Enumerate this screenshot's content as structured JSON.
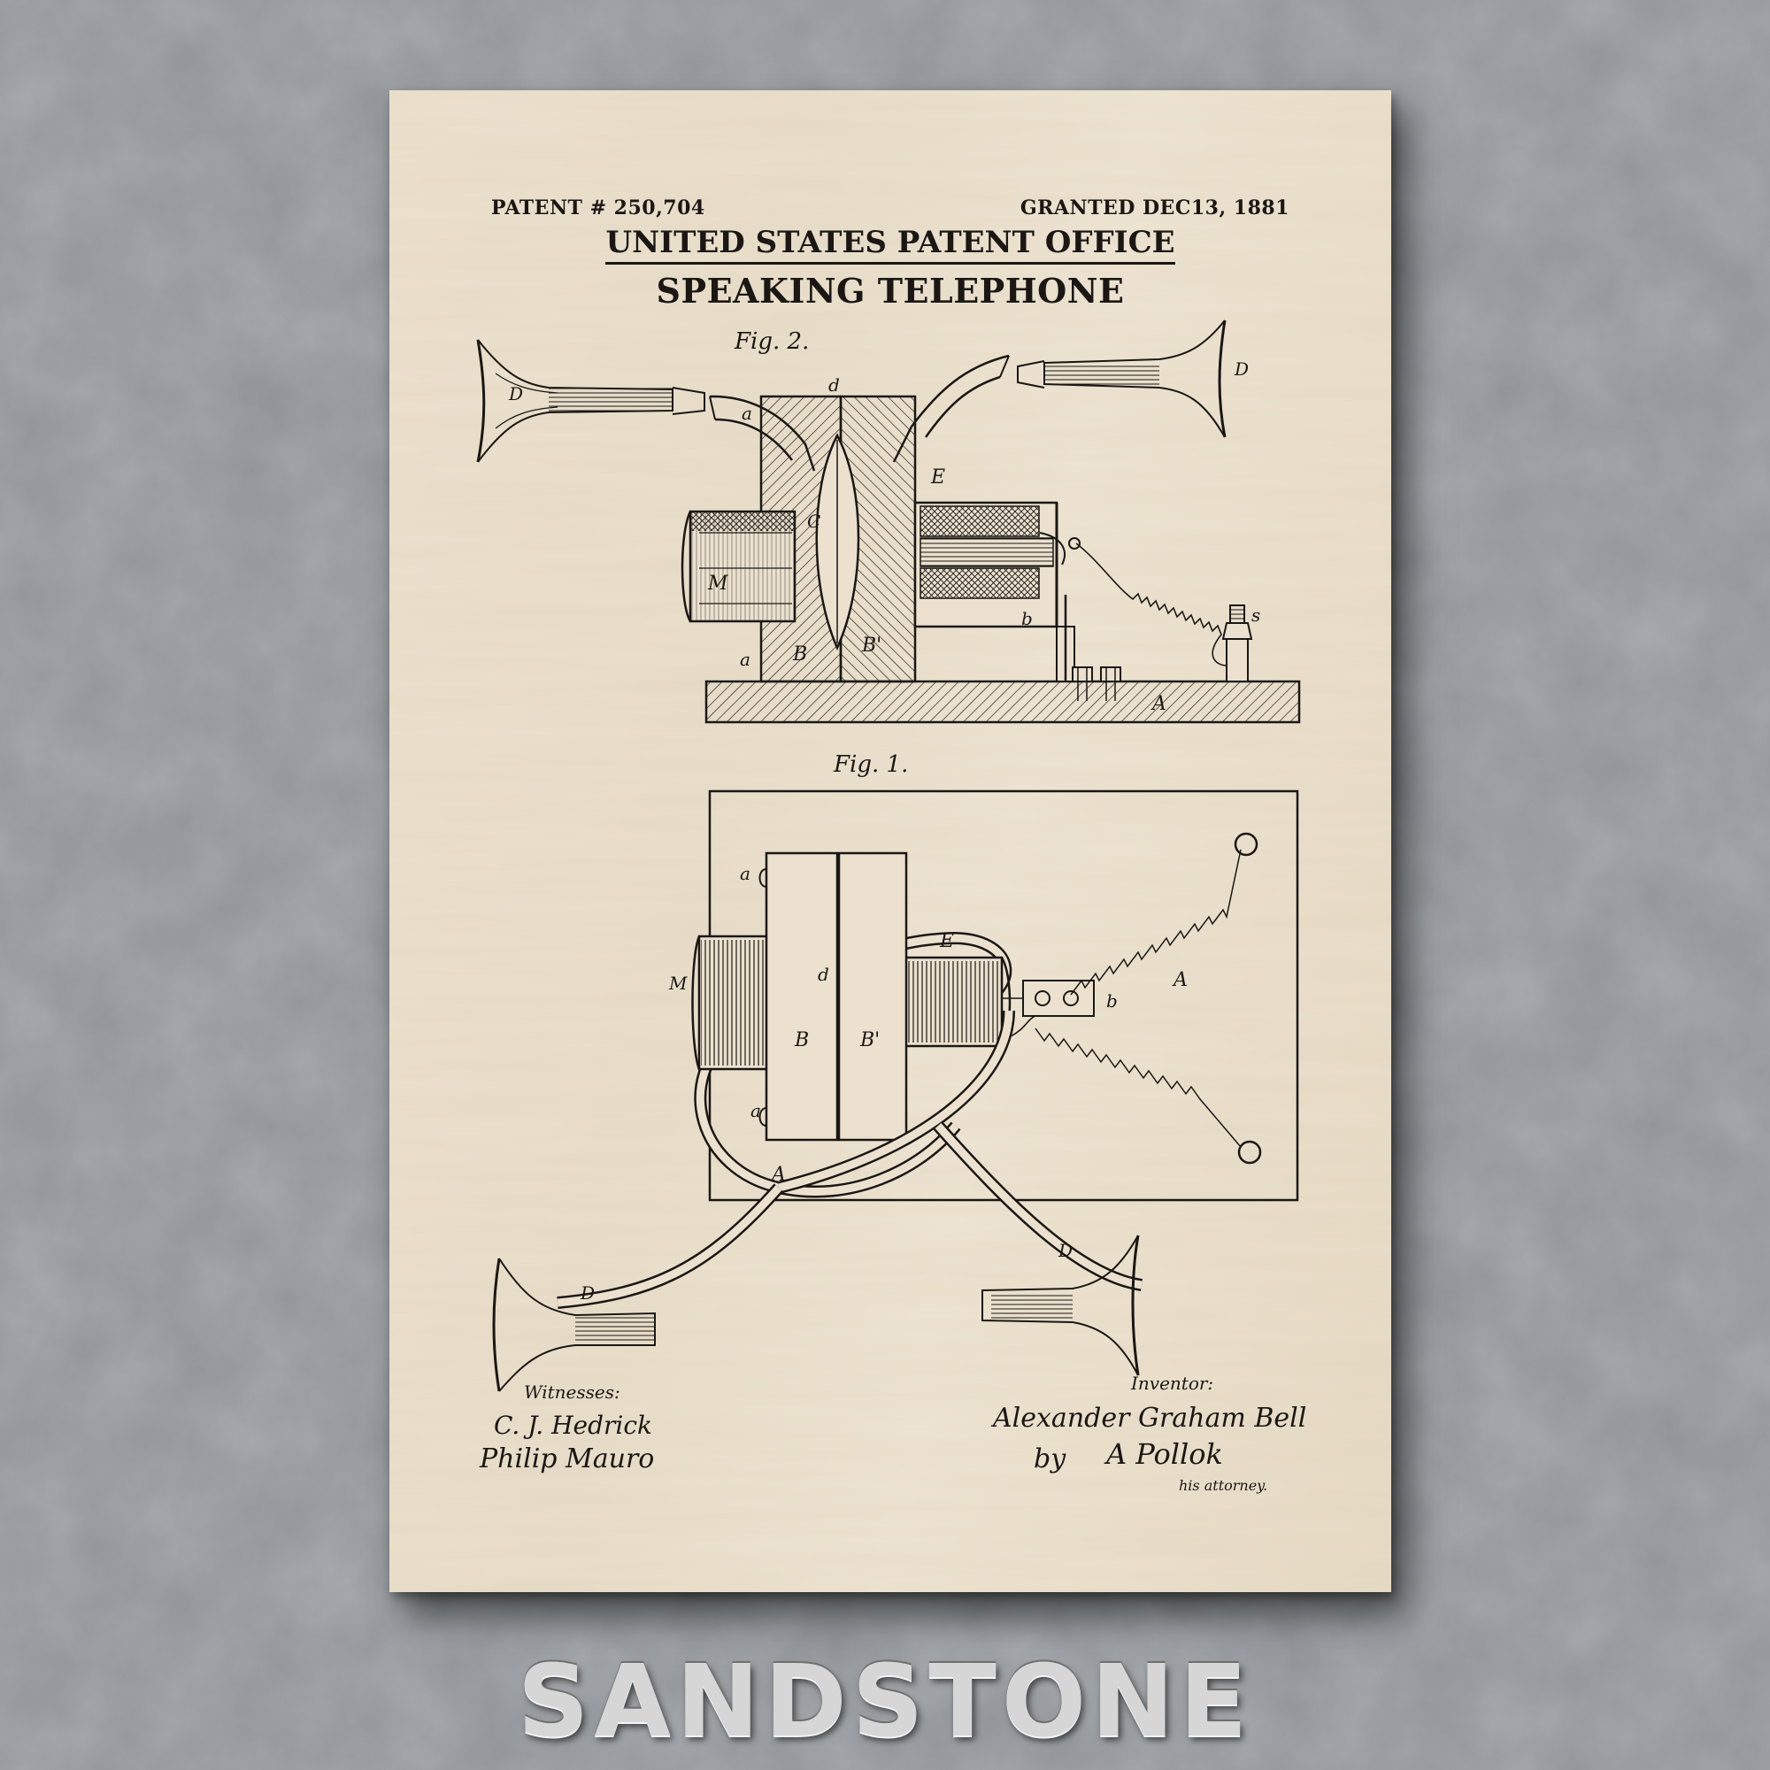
{
  "background": {
    "color": "#8d9195",
    "poster_color": "#ebe1ce",
    "ink_color": "#1a1714"
  },
  "header": {
    "patent_number": "PATENT # 250,704",
    "granted": "GRANTED  DEC13, 1881",
    "office": "UNITED STATES PATENT OFFICE",
    "title": "SPEAKING TELEPHONE"
  },
  "figures": {
    "fig2_label": "Fig. 2.",
    "fig1_label": "Fig. 1.",
    "fig2_letters": {
      "a_top": "a",
      "d_top": "d",
      "E": "E",
      "C": "C",
      "M": "M",
      "b": "b",
      "s": "s",
      "a_bottom": "a",
      "B": "B",
      "B_prime": "B'",
      "A": "A",
      "D_left": "D",
      "D_right": "D"
    },
    "fig1_letters": {
      "a_top": "a",
      "E": "E",
      "M": "M",
      "d": "d",
      "b": "b",
      "A_right": "A",
      "B": "B",
      "B_prime": "B'",
      "a_bottom": "a",
      "A_bottom": "A",
      "D_left": "D",
      "D_right": "D"
    }
  },
  "signatures": {
    "witnesses_label": "Witnesses:",
    "witness_1": "C. J. Hedrick",
    "witness_2": "Philip Mauro",
    "inventor_label": "Inventor:",
    "inventor": "Alexander Graham Bell",
    "attorney_prefix": "by",
    "attorney": "A Pollok",
    "attorney_suffix": "his attorney."
  },
  "brand": {
    "label": "SANDSTONE"
  }
}
